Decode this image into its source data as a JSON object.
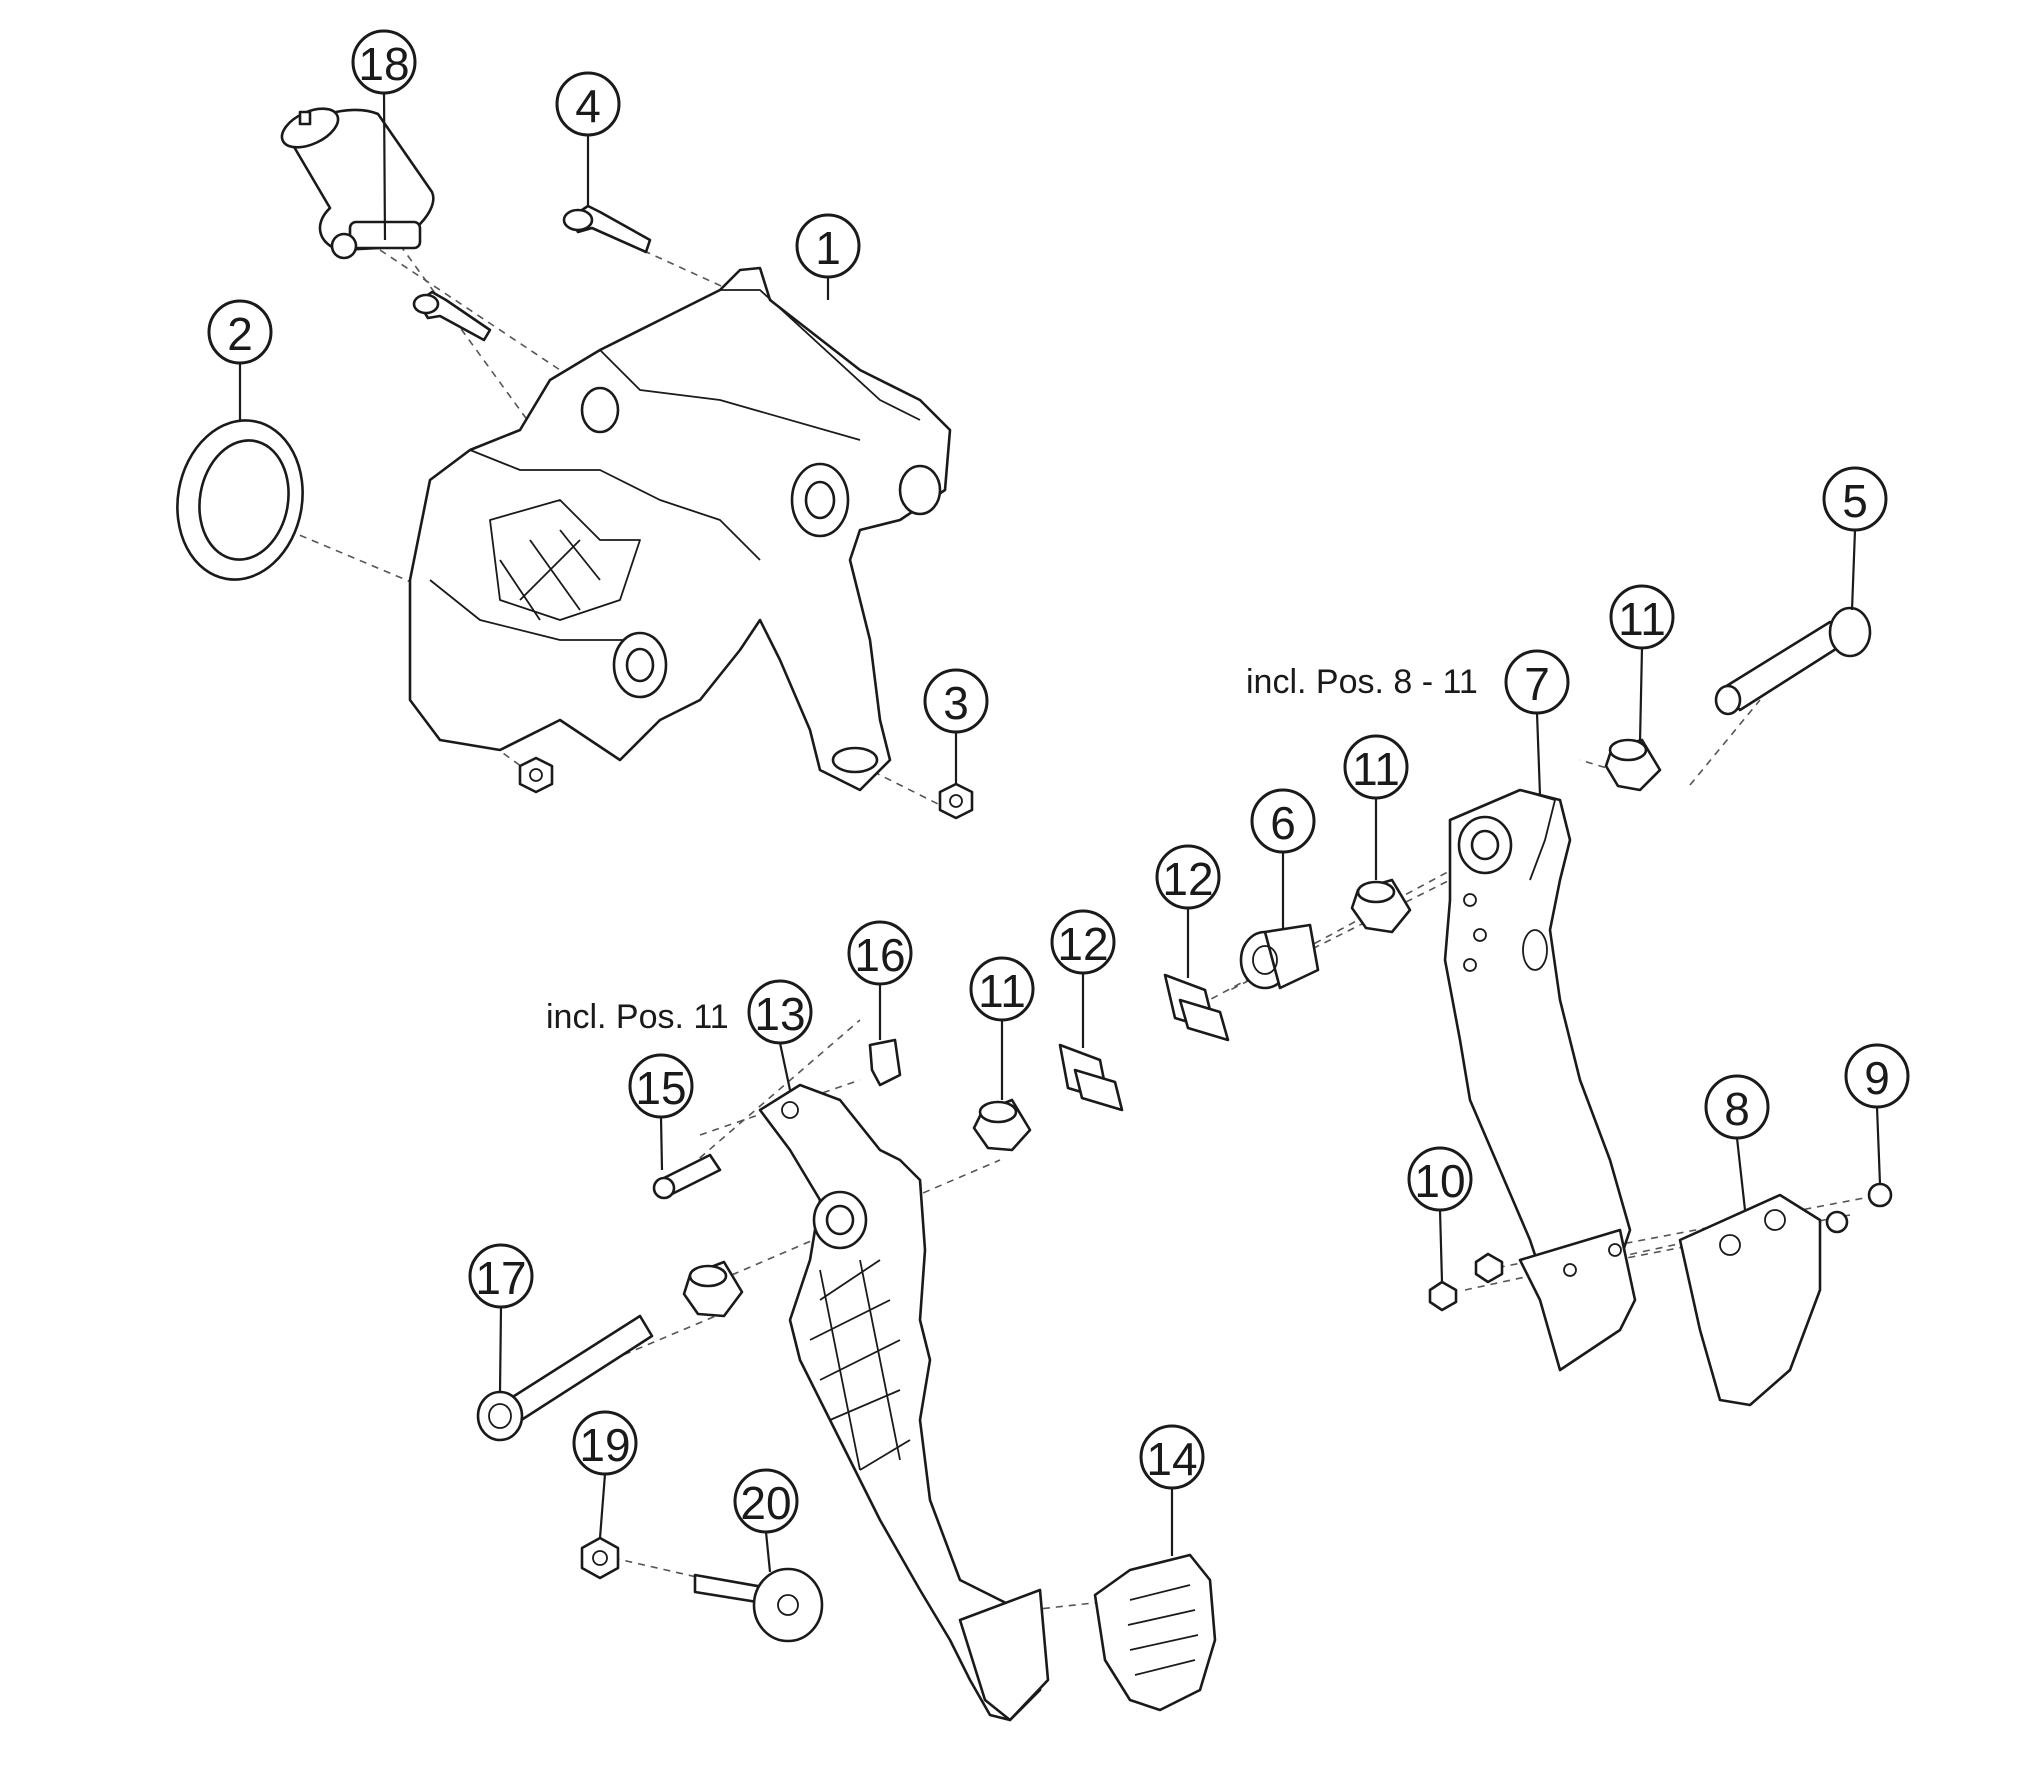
{
  "callouts": [
    {
      "id": "18",
      "label": "18"
    },
    {
      "id": "4",
      "label": "4"
    },
    {
      "id": "1",
      "label": "1"
    },
    {
      "id": "2",
      "label": "2"
    },
    {
      "id": "3",
      "label": "3"
    },
    {
      "id": "5",
      "label": "5"
    },
    {
      "id": "11a",
      "label": "11"
    },
    {
      "id": "7",
      "label": "7"
    },
    {
      "id": "11b",
      "label": "11"
    },
    {
      "id": "6",
      "label": "6"
    },
    {
      "id": "12a",
      "label": "12"
    },
    {
      "id": "12b",
      "label": "12"
    },
    {
      "id": "11c",
      "label": "11"
    },
    {
      "id": "16",
      "label": "16"
    },
    {
      "id": "13",
      "label": "13"
    },
    {
      "id": "15",
      "label": "15"
    },
    {
      "id": "17",
      "label": "17"
    },
    {
      "id": "10",
      "label": "10"
    },
    {
      "id": "8",
      "label": "8"
    },
    {
      "id": "9",
      "label": "9"
    },
    {
      "id": "19",
      "label": "19"
    },
    {
      "id": "20",
      "label": "20"
    },
    {
      "id": "14",
      "label": "14"
    }
  ],
  "notes": {
    "pos_8_11": "incl. Pos. 8 - 11",
    "pos_11": "incl. Pos. 11"
  }
}
